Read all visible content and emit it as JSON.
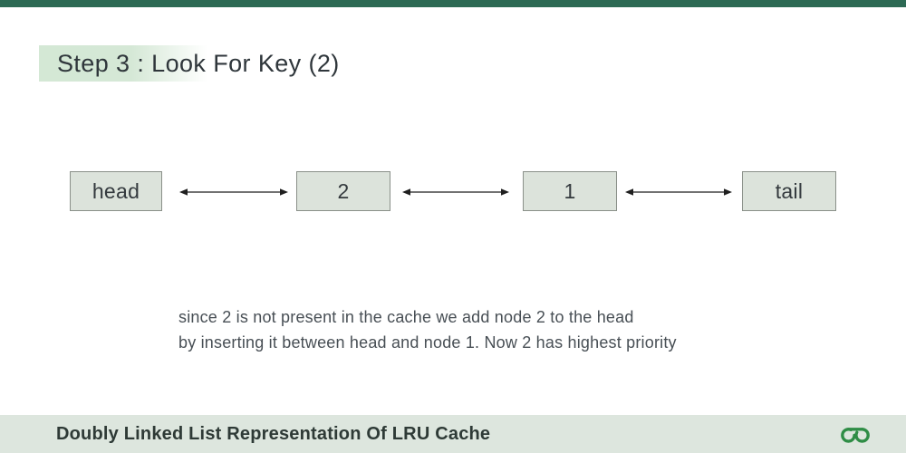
{
  "title": {
    "text": "Step 3 : Look For Key (2)"
  },
  "diagram": {
    "type": "doubly-linked-list",
    "nodes": [
      {
        "label": "head"
      },
      {
        "label": "2"
      },
      {
        "label": "1"
      },
      {
        "label": "tail"
      }
    ],
    "connections": [
      {
        "from": "head",
        "to": "2",
        "style": "double-arrow"
      },
      {
        "from": "2",
        "to": "1",
        "style": "double-arrow"
      },
      {
        "from": "1",
        "to": "tail",
        "style": "double-arrow"
      }
    ],
    "note_line1": "since 2 is not present in the cache we add node 2 to the head",
    "note_line2": "by inserting it between head and node 1. Now 2 has highest priority"
  },
  "footer": {
    "caption": "Doubly Linked List Representation Of LRU Cache",
    "logo_icon": "geeksforgeeks-logo"
  },
  "colors": {
    "top_bar": "#2d6a54",
    "title_highlight": "#d5e8d6",
    "node_fill": "#dce3db",
    "node_border": "#8a9089",
    "footer_bg": "#dde6de",
    "brand_green": "#2f8d46",
    "text_dark": "#2f363b"
  }
}
